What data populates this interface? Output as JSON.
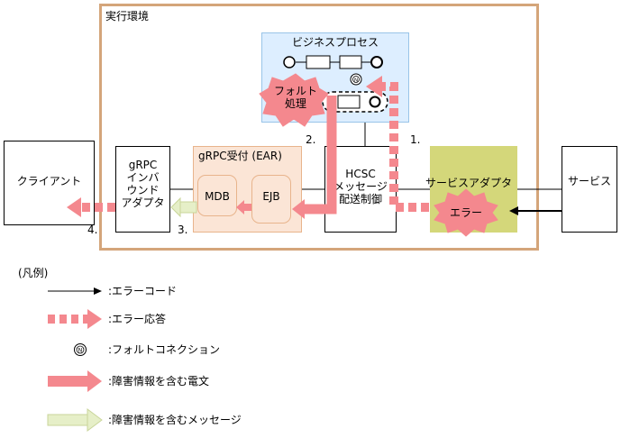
{
  "env": {
    "title": "実行環境"
  },
  "business_process": {
    "title": "ビジネスプロセス",
    "fault_label": "フォルト\n処理"
  },
  "client": {
    "label": "クライアント"
  },
  "grpc_adapter": {
    "label": "gRPC\nインバ\nウンド\nアダプタ"
  },
  "grpc_receiver": {
    "title": "gRPC受付 (EAR)",
    "mdb": "MDB",
    "ejb": "EJB"
  },
  "hcsc": {
    "label": "HCSC\nメッセージ\n配送制御"
  },
  "service_adapter": {
    "title": "サービスアダプタ",
    "error_label": "エラー"
  },
  "service": {
    "label": "サービス"
  },
  "steps": [
    "1.",
    "2.",
    "3.",
    "4."
  ],
  "legend": {
    "title": "(凡例)",
    "items": [
      {
        "label": ":エラーコード",
        "icon": "thin-arrow"
      },
      {
        "label": ":エラー応答",
        "icon": "dashed-pink-arrow"
      },
      {
        "label": ":フォルトコネクション",
        "icon": "fault-connection-icon"
      },
      {
        "label": ":障害情報を含む電文",
        "icon": "pink-arrow"
      },
      {
        "label": ":障害情報を含むメッセージ",
        "icon": "green-arrow"
      }
    ]
  },
  "colors": {
    "env_border": "#d4a57a",
    "bp_fill": "#ddeeff",
    "bp_border": "#99c4e8",
    "ear_fill": "#fbe5d6",
    "ear_border": "#e8b48c",
    "sa_fill": "#d4d77a",
    "pink": "#f4888e",
    "green": "#e6efc8"
  }
}
